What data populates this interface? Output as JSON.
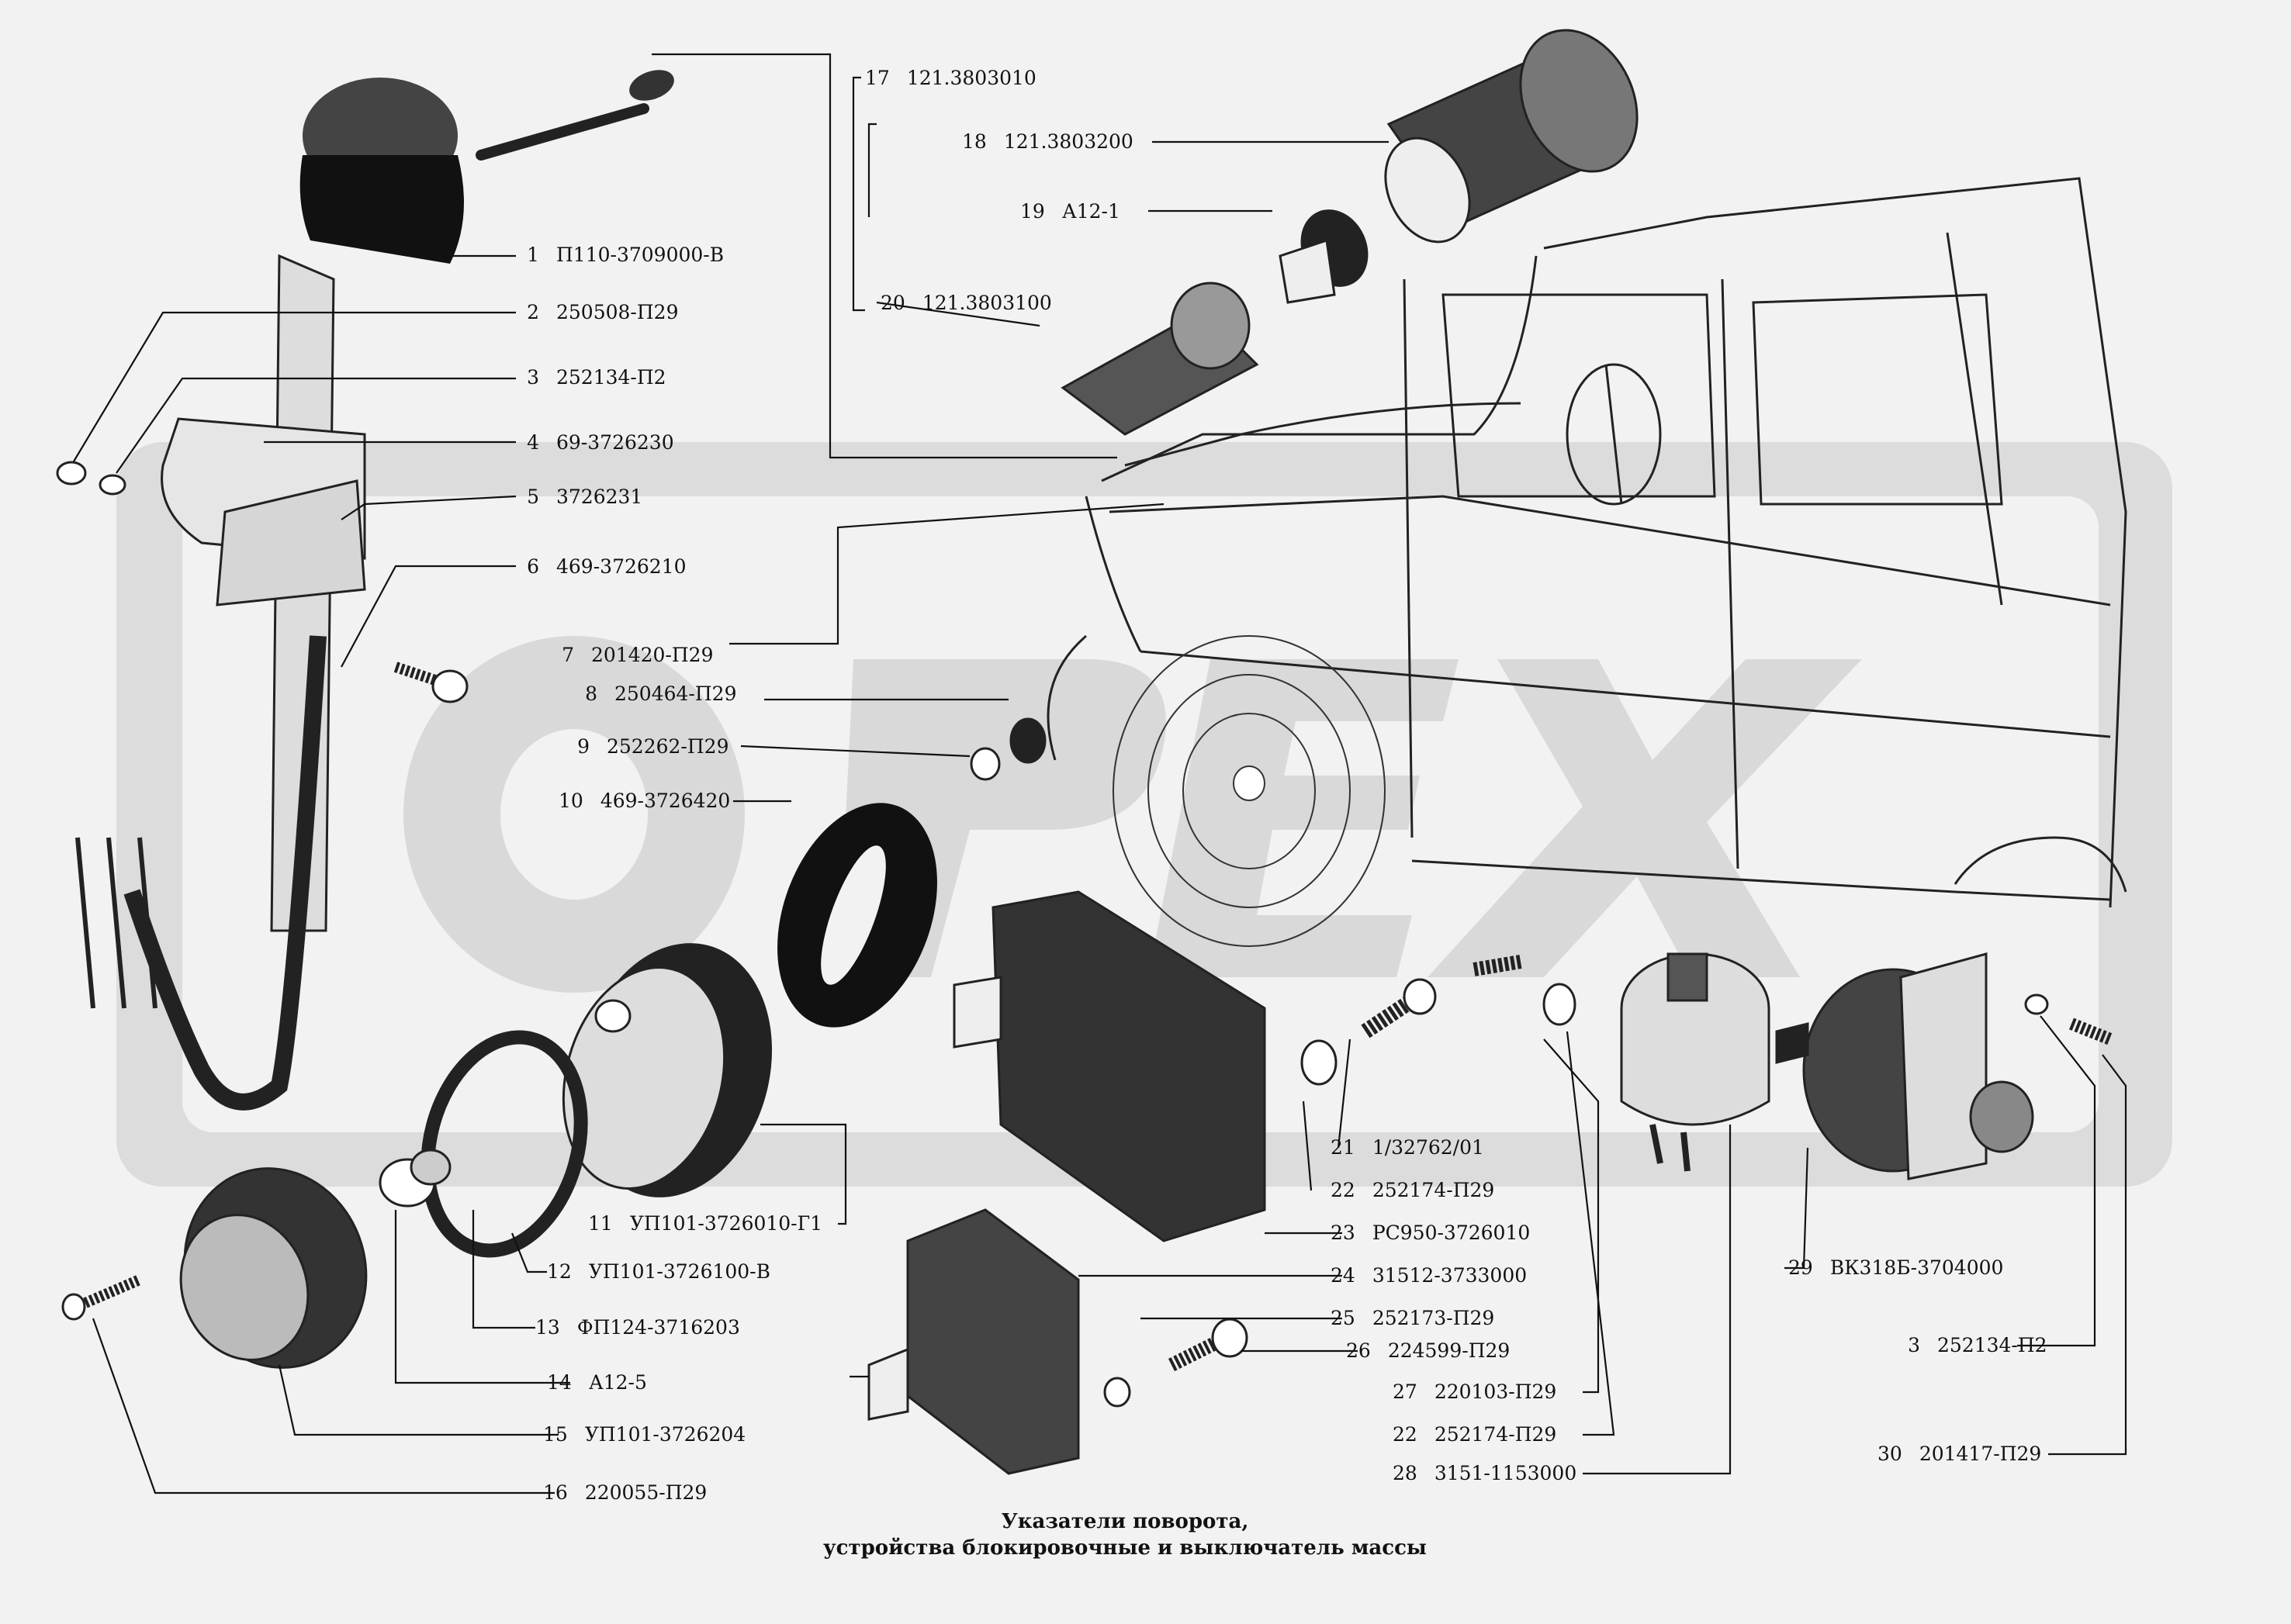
{
  "caption": {
    "line1": "Указатели поворота,",
    "line2": "устройства блокировочные и выключатель массы"
  },
  "watermark": "OPEX",
  "callouts": [
    {
      "num": "17",
      "code": "121.3803010"
    },
    {
      "num": "18",
      "code": "121.3803200"
    },
    {
      "num": "19",
      "code": "А12-1"
    },
    {
      "num": "20",
      "code": "121.3803100"
    },
    {
      "num": "1",
      "code": "П110-3709000-В"
    },
    {
      "num": "2",
      "code": "250508-П29"
    },
    {
      "num": "3",
      "code": "252134-П2"
    },
    {
      "num": "4",
      "code": "69-3726230"
    },
    {
      "num": "5",
      "code": "3726231"
    },
    {
      "num": "6",
      "code": "469-3726210"
    },
    {
      "num": "7",
      "code": "201420-П29"
    },
    {
      "num": "8",
      "code": "250464-П29"
    },
    {
      "num": "9",
      "code": "252262-П29"
    },
    {
      "num": "10",
      "code": "469-3726420"
    },
    {
      "num": "11",
      "code": "УП101-3726010-Г1"
    },
    {
      "num": "12",
      "code": "УП101-3726100-В"
    },
    {
      "num": "13",
      "code": "ФП124-3716203"
    },
    {
      "num": "14",
      "code": "А12-5"
    },
    {
      "num": "15",
      "code": "УП101-3726204"
    },
    {
      "num": "16",
      "code": "220055-П29"
    },
    {
      "num": "21",
      "code": "1/32762/01"
    },
    {
      "num": "22",
      "code": "252174-П29"
    },
    {
      "num": "23",
      "code": "РС950-3726010"
    },
    {
      "num": "24",
      "code": "31512-3733000"
    },
    {
      "num": "25",
      "code": "252173-П29"
    },
    {
      "num": "26",
      "code": "224599-П29"
    },
    {
      "num": "27",
      "code": "220103-П29"
    },
    {
      "num": "22",
      "code": "252174-П29"
    },
    {
      "num": "28",
      "code": "3151-1153000"
    },
    {
      "num": "29",
      "code": "ВК318Б-3704000"
    },
    {
      "num": "3",
      "code": "252134-П2"
    },
    {
      "num": "30",
      "code": "201417-П29"
    }
  ]
}
